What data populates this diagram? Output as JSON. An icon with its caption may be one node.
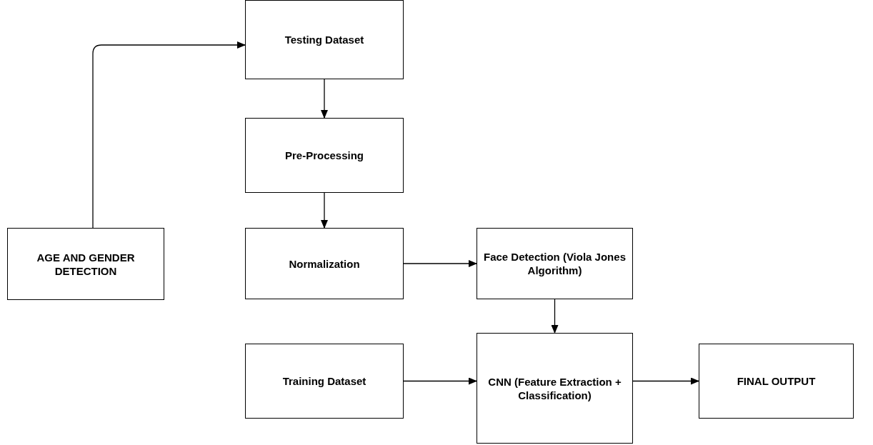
{
  "diagram": {
    "nodes": [
      {
        "text": [
          "Testing Dataset"
        ]
      },
      {
        "text": [
          "Pre-Processing"
        ]
      },
      {
        "text": [
          "AGE AND GENDER DETECTION"
        ]
      },
      {
        "text": [
          "Normalization"
        ]
      },
      {
        "text": [
          "Face Detection (Viola Jones Algorithm)"
        ]
      },
      {
        "text": [
          "Training Dataset"
        ]
      },
      {
        "text": [
          "CNN (Feature Extraction + Classification)"
        ]
      },
      {
        "text": [
          "FINAL OUTPUT"
        ]
      }
    ],
    "edges": [
      {
        "from": 2,
        "to": 0,
        "arrow": "to"
      },
      {
        "from": 0,
        "to": 1,
        "arrow": "to"
      },
      {
        "from": 1,
        "to": 3,
        "arrow": "to"
      },
      {
        "from": 3,
        "to": 4,
        "arrow": "to"
      },
      {
        "from": 4,
        "to": 6,
        "arrow": "to"
      },
      {
        "from": 5,
        "to": 6,
        "arrow": "to"
      },
      {
        "from": 6,
        "to": 7,
        "arrow": "to"
      }
    ]
  }
}
